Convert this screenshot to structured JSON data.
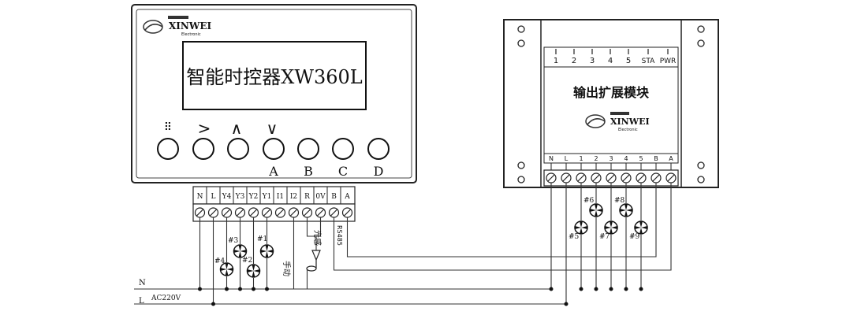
{
  "controller": {
    "logo_name": "XINWEI",
    "logo_sub": "Electronic",
    "display_text": "智能时控器XW360L",
    "buttons": [
      {
        "symbol": "⠿",
        "label": ""
      },
      {
        "symbol": ">",
        "label": ""
      },
      {
        "symbol": "∧",
        "label": ""
      },
      {
        "symbol": "∨",
        "label": "A"
      },
      {
        "symbol": "",
        "label": "B"
      },
      {
        "symbol": "",
        "label": "C"
      },
      {
        "symbol": "",
        "label": "D"
      }
    ],
    "terminals": [
      "N",
      "L",
      "Y4",
      "Y3",
      "Y2",
      "Y1",
      "I1",
      "I2",
      "R",
      "0V",
      "B",
      "A"
    ]
  },
  "module": {
    "title": "输出扩展模块",
    "leds": [
      "1",
      "2",
      "3",
      "4",
      "5",
      "STA",
      "PWR"
    ],
    "terminals": [
      "N",
      "L",
      "1",
      "2",
      "3",
      "4",
      "5",
      "B",
      "A"
    ],
    "logo_name": "XINWEI",
    "logo_sub": "Electronic"
  },
  "wiring": {
    "n_label": "N",
    "l_label": "L",
    "supply_label": "AC220V",
    "rs485_label": "RS485",
    "light_sensor_label": "光感",
    "manual_label": "手动",
    "lamps_left": [
      "#1",
      "#2",
      "#3",
      "#4"
    ],
    "lamps_right": [
      "#5",
      "#6",
      "#7",
      "#8",
      "#9"
    ]
  }
}
